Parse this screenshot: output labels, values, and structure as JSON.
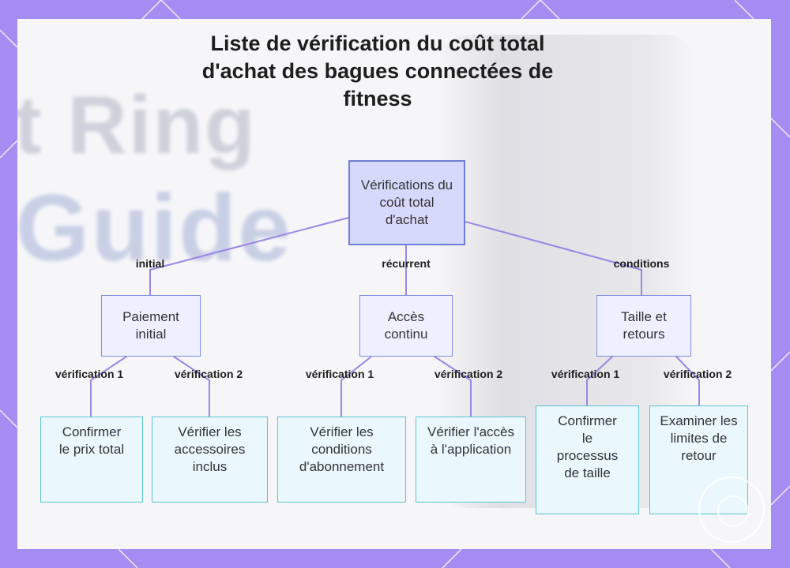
{
  "title": "Liste de vérification du coût total d'achat des bagues connectées de fitness",
  "background_text": [
    "t Ring",
    "Guide"
  ],
  "diagram": {
    "root": {
      "label": "Vérifications du coût total d'achat"
    },
    "branches": [
      {
        "edge_label": "initial",
        "label": "Paiement initial",
        "children": [
          {
            "edge_label": "vérification 1",
            "label": "Confirmer le prix total"
          },
          {
            "edge_label": "vérification 2",
            "label": "Vérifier les accessoires inclus"
          }
        ]
      },
      {
        "edge_label": "récurrent",
        "label": "Accès continu",
        "children": [
          {
            "edge_label": "vérification 1",
            "label": "Vérifier les conditions d'abonnement"
          },
          {
            "edge_label": "vérification 2",
            "label": "Vérifier l'accès à l'application"
          }
        ]
      },
      {
        "edge_label": "conditions",
        "label": "Taille et retours",
        "children": [
          {
            "edge_label": "vérification 1",
            "label": "Confirmer le processus de taille"
          },
          {
            "edge_label": "vérification 2",
            "label": "Examiner les limites de retour"
          }
        ]
      }
    ]
  },
  "colors": {
    "frame": "#a48cf3",
    "connector": "#9b86e6",
    "root_fill": "#d6d9fb",
    "branch_fill": "#eef0ff",
    "leaf_fill": "#eaf7fd",
    "leaf_border": "#5bc3d3"
  }
}
